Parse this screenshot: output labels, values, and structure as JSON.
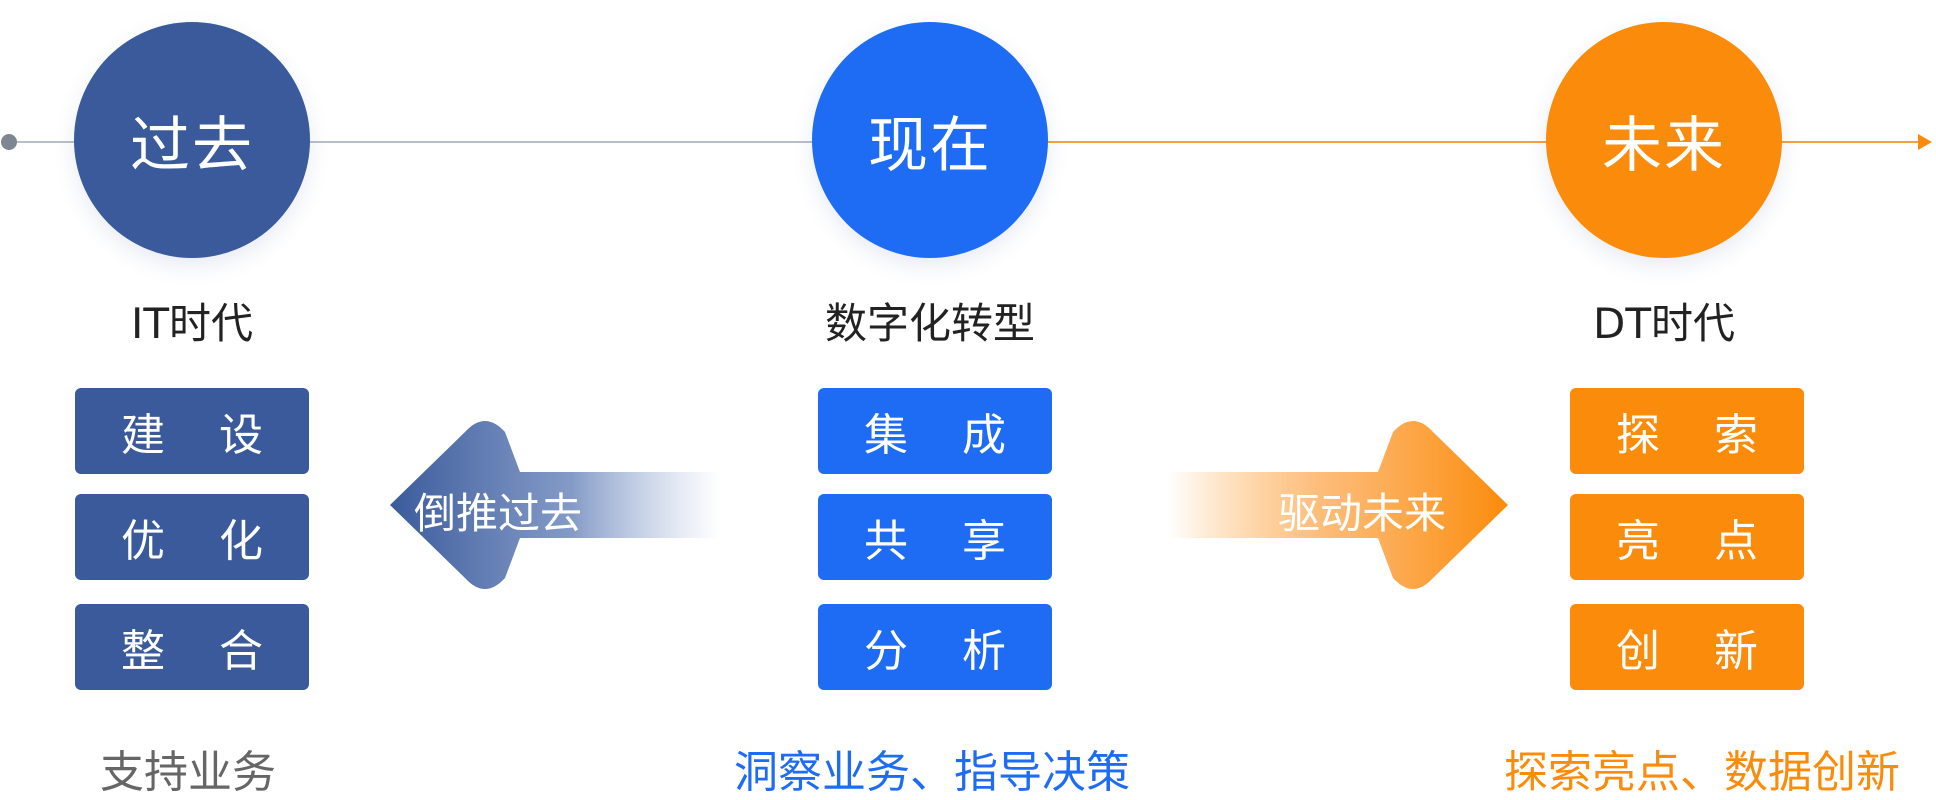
{
  "past": {
    "circle": "过去",
    "era": "IT时代",
    "boxes": [
      "建 设",
      "优 化",
      "整 合"
    ],
    "caption": "支持业务",
    "color": "#3a5a9b"
  },
  "now": {
    "circle": "现在",
    "era": "数字化转型",
    "boxes": [
      "集 成",
      "共 享",
      "分 析"
    ],
    "caption": "洞察业务、指导决策",
    "color": "#1f6cf4"
  },
  "future": {
    "circle": "未来",
    "era": "DT时代",
    "boxes": [
      "探 索",
      "亮 点",
      "创 新"
    ],
    "caption": "探索亮点、数据创新",
    "color": "#fb8b0a"
  },
  "arrows": {
    "left_label": "倒推过去",
    "right_label": "驱动未来"
  }
}
